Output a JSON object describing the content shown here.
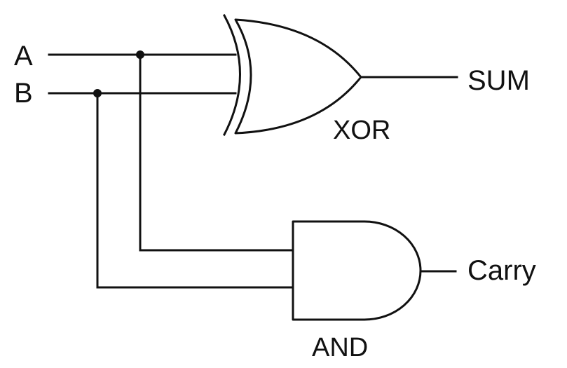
{
  "diagram": {
    "inputs": {
      "a": "A",
      "b": "B"
    },
    "gates": {
      "xor": "XOR",
      "and": "AND"
    },
    "outputs": {
      "sum": "SUM",
      "carry": "Carry"
    }
  },
  "colors": {
    "ink": "#111111",
    "background": "#ffffff"
  }
}
